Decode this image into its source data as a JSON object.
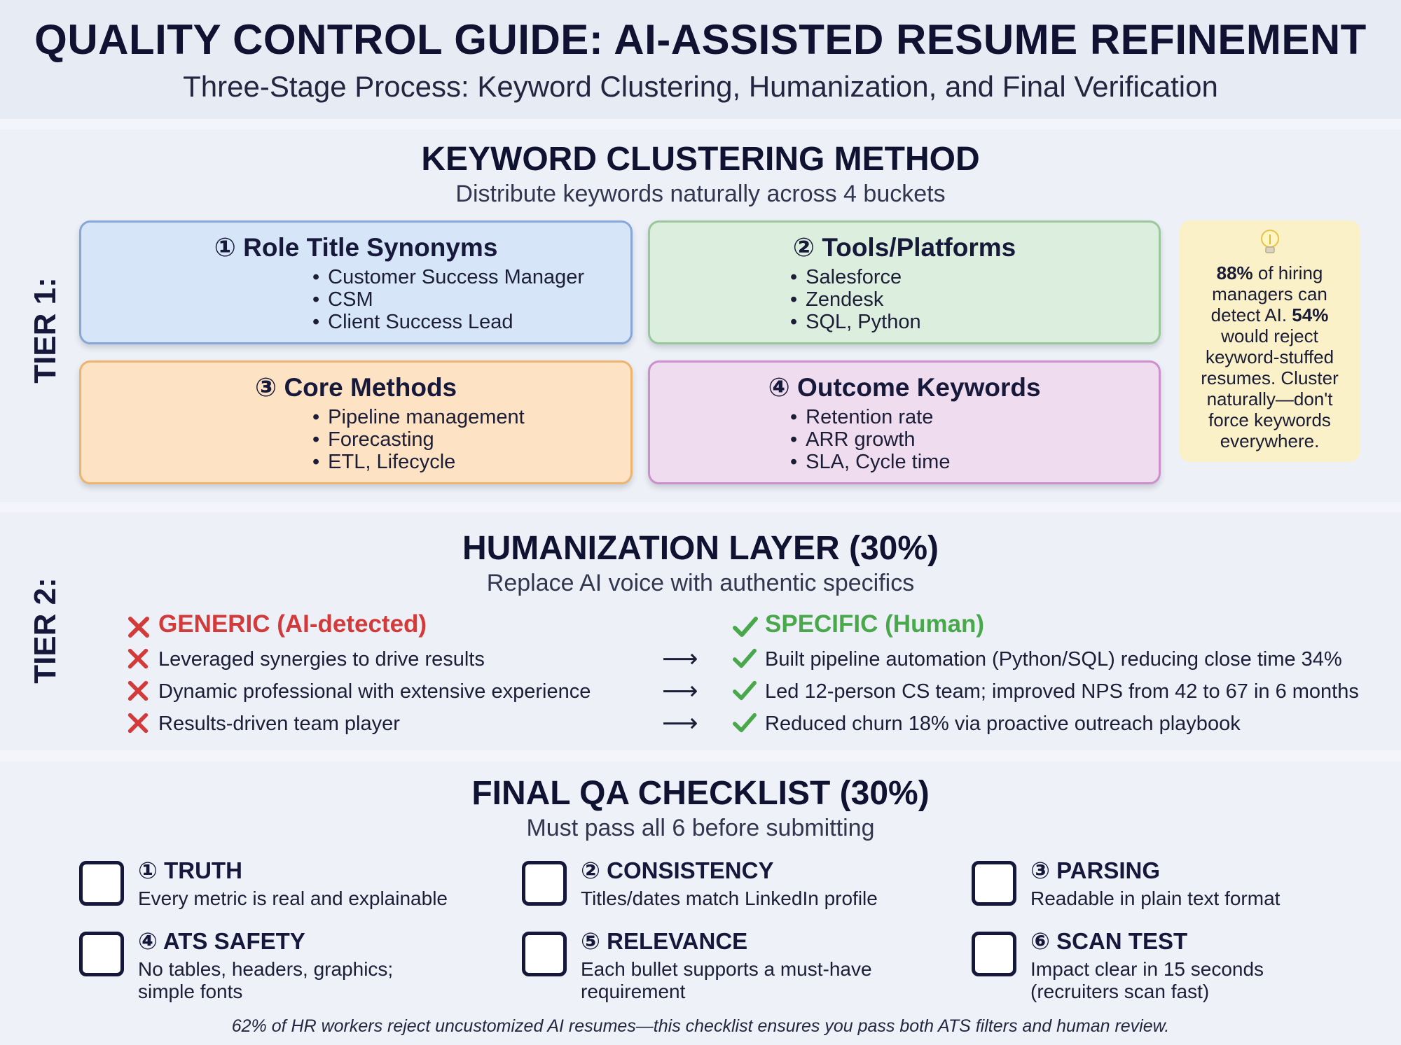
{
  "header": {
    "title": "QUALITY CONTROL GUIDE: AI-ASSISTED RESUME REFINEMENT",
    "subtitle": "Three-Stage Process: Keyword Clustering, Humanization, and Final Verification"
  },
  "tier1": {
    "label": "TIER 1:",
    "title": "KEYWORD CLUSTERING METHOD",
    "subtitle": "Distribute keywords naturally across 4 buckets",
    "buckets": [
      {
        "title": "① Role Title Synonyms",
        "items": [
          "Customer Success Manager",
          "CSM",
          "Client Success Lead"
        ]
      },
      {
        "title": "② Tools/Platforms",
        "items": [
          "Salesforce",
          "Zendesk",
          "SQL, Python"
        ]
      },
      {
        "title": "③ Core Methods",
        "items": [
          "Pipeline management",
          "Forecasting",
          "ETL, Lifecycle"
        ]
      },
      {
        "title": "④ Outcome Keywords",
        "items": [
          "Retention rate",
          "ARR growth",
          "SLA, Cycle time"
        ]
      }
    ],
    "tip": {
      "icon": "lightbulb-icon",
      "stat1": "88%",
      "text1": " of hiring managers can detect AI. ",
      "stat2": "54%",
      "text2": " would reject keyword-stuffed resumes. Cluster naturally—don't force keywords everywhere."
    }
  },
  "tier2": {
    "label": "TIER 2:",
    "title": "HUMANIZATION LAYER (30%)",
    "subtitle": "Replace AI voice with authentic specifics",
    "generic_heading": "GENERIC (AI-detected)",
    "specific_heading": "SPECIFIC (Human)",
    "arrow": "⟶",
    "rows": [
      {
        "generic": "Leveraged synergies to drive results",
        "specific": "Built pipeline automation (Python/SQL) reducing close time 34%"
      },
      {
        "generic": "Dynamic professional with extensive experience",
        "specific": "Led 12-person CS team; improved NPS from 42 to 67 in 6 months"
      },
      {
        "generic": "Results-driven team player",
        "specific": "Reduced churn 18% via proactive outreach playbook"
      }
    ],
    "colors": {
      "generic": "#d33a3a",
      "specific": "#4aa84c"
    }
  },
  "tier3": {
    "title": "FINAL QA CHECKLIST (30%)",
    "subtitle": "Must pass all 6 before submitting",
    "items": [
      {
        "title": "① TRUTH",
        "desc": "Every metric is real and explainable"
      },
      {
        "title": "② CONSISTENCY",
        "desc": "Titles/dates match LinkedIn profile"
      },
      {
        "title": "③ PARSING",
        "desc": "Readable in plain text format"
      },
      {
        "title": "④ ATS SAFETY",
        "desc": "No tables, headers, graphics; simple fonts"
      },
      {
        "title": "⑤ RELEVANCE",
        "desc": "Each bullet supports a must-have requirement"
      },
      {
        "title": "⑥ SCAN TEST",
        "desc": "Impact clear in 15 seconds (recruiters scan fast)"
      }
    ],
    "footer": "62% of HR workers reject uncustomized AI resumes—this checklist ensures you pass both ATS filters and human review."
  }
}
